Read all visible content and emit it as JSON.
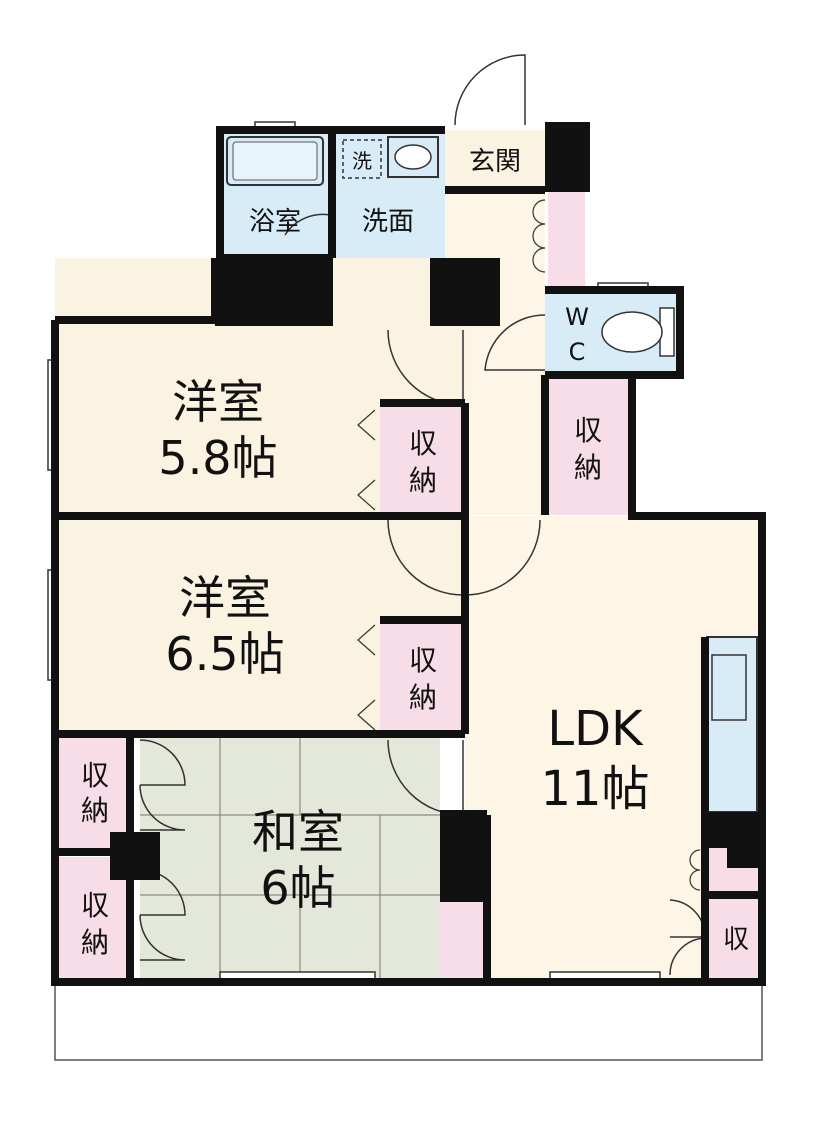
{
  "colors": {
    "wall": "#111111",
    "western_room": "#fbf3e2",
    "storage": "#f7dde8",
    "tatami": "#e3e8da",
    "wet_area": "#d7ecf7",
    "ldk": "#fdf6e6",
    "balcony": "#ffffff"
  },
  "icons": [
    "door-swing-icon",
    "bathtub-icon",
    "sink-icon",
    "washer-icon",
    "toilet-icon",
    "kitchen-counter-icon",
    "window-icon",
    "folding-door-icon"
  ],
  "rooms": {
    "genkan": {
      "label": "玄関"
    },
    "bath": {
      "label": "浴室"
    },
    "washroom": {
      "label": "洗面"
    },
    "washer": {
      "label": "洗"
    },
    "wc": {
      "line1": "W",
      "line2": "C"
    },
    "western1": {
      "line1": "洋室",
      "line2": "5.8帖"
    },
    "western2": {
      "line1": "洋室",
      "line2": "6.5帖"
    },
    "washitsu": {
      "line1": "和室",
      "line2": "6帖"
    },
    "ldk": {
      "line1": "LDK",
      "line2": "11帖"
    }
  },
  "storage": {
    "s1": {
      "line1": "収",
      "line2": "納"
    },
    "s2": {
      "line1": "収",
      "line2": "納"
    },
    "s3": {
      "line1": "収",
      "line2": "納"
    },
    "s4": {
      "line1": "収",
      "line2": "納"
    },
    "s5": {
      "line1": "収",
      "line2": "納"
    },
    "s6": {
      "label": "収"
    }
  }
}
